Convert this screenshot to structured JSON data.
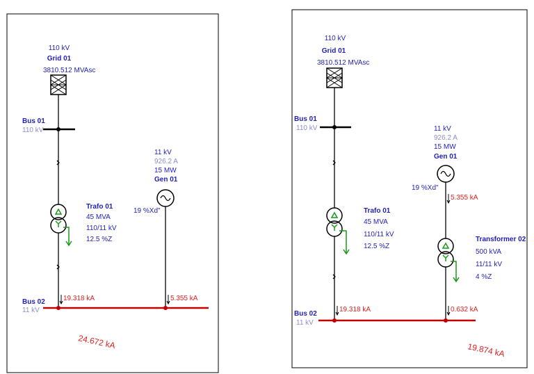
{
  "left_diagram": {
    "grid": {
      "voltage": "110 kV",
      "name": "Grid 01",
      "sc_power": "3810.512 MVAsc"
    },
    "bus01": {
      "name": "Bus 01",
      "voltage": "110 kV"
    },
    "trafo": {
      "name": "Trafo 01",
      "rating": "45 MVA",
      "ratio": "110/11 kV",
      "impedance": "12.5 %Z"
    },
    "gen": {
      "voltage": "11 kV",
      "current": "926.2 A",
      "power": "15 MW",
      "name": "Gen 01",
      "xd": "19 %Xd\""
    },
    "bus02": {
      "name": "Bus 02",
      "voltage": "11 kV"
    },
    "fault_trafo": "19.318 kA",
    "fault_gen": "5.355 kA",
    "total_fault": "24.672 kA"
  },
  "right_diagram": {
    "grid": {
      "voltage": "110 kV",
      "name": "Grid 01",
      "sc_power": "3810.512 MVAsc"
    },
    "bus01": {
      "name": "Bus 01",
      "voltage": "110 kV"
    },
    "trafo": {
      "name": "Trafo 01",
      "rating": "45 MVA",
      "ratio": "110/11 kV",
      "impedance": "12.5 %Z"
    },
    "gen": {
      "voltage": "11 kV",
      "current": "926.2 A",
      "power": "15 MW",
      "name": "Gen 01",
      "xd": "19 %Xd\""
    },
    "gen_fault": "5.355 kA",
    "transformer2": {
      "name": "Transformer 02",
      "rating": "500 kVA",
      "ratio": "11/11 kV",
      "impedance": "4 %Z"
    },
    "bus02": {
      "name": "Bus 02",
      "voltage": "11 kV"
    },
    "fault_trafo": "19.318 kA",
    "fault_t2": "0.632 kA",
    "total_fault": "19.874 kA"
  },
  "colors": {
    "bus_red": "#c00000",
    "label_navy": "#1f1fb8",
    "label_light": "#8c8ccf",
    "fault_red": "#e02020",
    "winding_green": "#1a9a1a"
  }
}
